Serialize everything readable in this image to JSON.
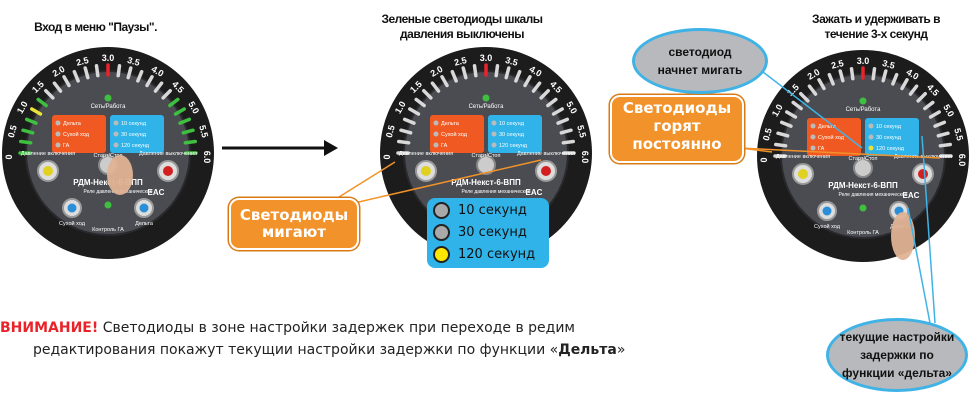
{
  "captions": {
    "left": "Вход в меню \"Паузы\".",
    "middle_line1": "Зеленые светодиоды шкалы",
    "middle_line2": "давления выключены",
    "right_line1": "Зажать и удерживать в",
    "right_line2": "течение 3-х секунд"
  },
  "gauge": {
    "scale_labels": [
      "0",
      "0.5",
      "1.0",
      "1.5",
      "2.0",
      "2.5",
      "3.0",
      "3.5",
      "4.0",
      "4.5",
      "5.0",
      "5.5",
      "6.0"
    ],
    "power_label": "Сеть/Работа",
    "indicators": [
      "Дельта",
      "Сухой ход",
      "ГА"
    ],
    "timings": [
      "10 секунд",
      "30 секунд",
      "120 секунд"
    ],
    "left_button_label": "Давление включения",
    "right_button_label": "Давление выключения",
    "center_button_label": "Старт/Стоп",
    "model": "РДМ-Некст-6-ВПП",
    "subtitle": "Реле давления механическое",
    "dry_run_label": "Сухой ход",
    "delta_label": "Дельта",
    "control_label": "Контроль ГА",
    "cert_mark": "EAC"
  },
  "callouts": {
    "blinking": "Светодиоды мигают",
    "steady_line1": "Светодиоды",
    "steady_line2": "горят",
    "steady_line3": "постоянно",
    "will_blink_line1": "светодиод",
    "will_blink_line2": "начнет мигать",
    "current_line1": "текущие настройки",
    "current_line2": "задержки по",
    "current_line3": "функции «дельта»"
  },
  "legend": {
    "items": [
      {
        "label": "10 секунд",
        "color": "#a9a9a9"
      },
      {
        "label": "30 секунд",
        "color": "#a9a9a9"
      },
      {
        "label": "120 секунд",
        "color": "#ffe600"
      }
    ]
  },
  "warning": {
    "prefix": "ВНИМАНИЕ!",
    "line1_rest": " Светодиоды в зоне настройки задержек при переходе в редим",
    "line2_start": "редактирования покажут текущии настройки задержки по функции «",
    "line2_bold": "Дельта",
    "line2_end": "»"
  },
  "colors": {
    "orange": "#f2922a",
    "blue": "#2fb3e8",
    "red_warning": "#e8232a",
    "dial": "#1c1c1c",
    "green_led": "#3fbf3f",
    "yellow_led": "#e8e23a"
  }
}
